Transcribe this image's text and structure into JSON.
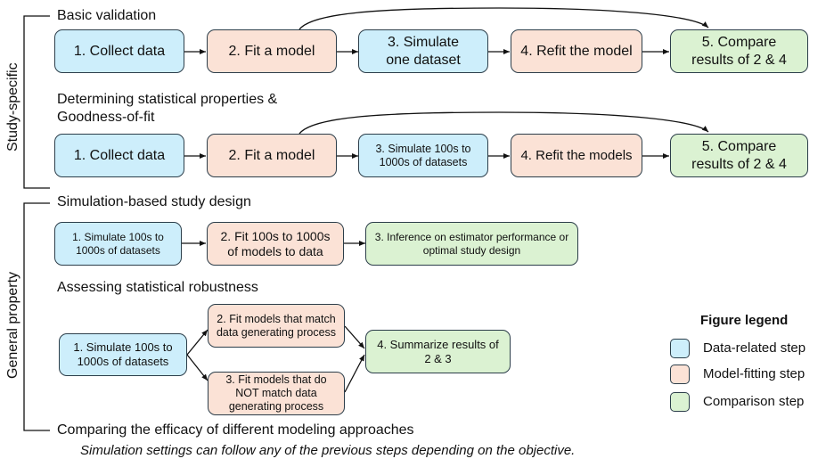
{
  "colors": {
    "data_step": "#cdeefb",
    "model_step": "#fbe2d6",
    "comparison_step": "#dbf2d2",
    "border": "#2c3e4a"
  },
  "groups": {
    "study_specific": "Study-specific",
    "general_property": "General property"
  },
  "sections": {
    "basic_validation": {
      "title": "Basic validation",
      "steps": [
        {
          "label": "1. Collect data",
          "type": "data"
        },
        {
          "label": "2. Fit a model",
          "type": "model"
        },
        {
          "label": "3. Simulate one dataset",
          "type": "data"
        },
        {
          "label": "4. Refit the model",
          "type": "model"
        },
        {
          "label": "5. Compare results of 2 & 4",
          "type": "comparison"
        }
      ]
    },
    "statistical_properties": {
      "title_line1": "Determining statistical properties &",
      "title_line2": "Goodness-of-fit",
      "steps": [
        {
          "label": "1. Collect data",
          "type": "data"
        },
        {
          "label": "2. Fit a model",
          "type": "model"
        },
        {
          "label": "3. Simulate 100s to 1000s of datasets",
          "type": "data"
        },
        {
          "label": "4. Refit the models",
          "type": "model"
        },
        {
          "label": "5. Compare results of 2 & 4",
          "type": "comparison"
        }
      ]
    },
    "study_design": {
      "title": "Simulation-based study design",
      "steps": [
        {
          "label": "1. Simulate 100s to 1000s of datasets",
          "type": "data"
        },
        {
          "label": "2. Fit 100s to 1000s of models to data",
          "type": "model"
        },
        {
          "label": "3. Inference on estimator performance or optimal study design",
          "type": "comparison"
        }
      ]
    },
    "robustness": {
      "title": "Assessing statistical robustness",
      "steps": [
        {
          "label": "1. Simulate 100s to 1000s of datasets",
          "type": "data"
        },
        {
          "label": "2. Fit models that match data generating process",
          "type": "model"
        },
        {
          "label": "3. Fit models that do NOT match data generating process",
          "type": "model"
        },
        {
          "label": "4. Summarize results of 2 & 3",
          "type": "comparison"
        }
      ]
    },
    "modeling_approaches": {
      "title": "Comparing the efficacy of different modeling approaches",
      "note": "Simulation settings can follow any of the previous steps depending on the objective."
    }
  },
  "legend": {
    "title": "Figure legend",
    "items": [
      {
        "label": "Data-related step",
        "type": "data"
      },
      {
        "label": "Model-fitting step",
        "type": "model"
      },
      {
        "label": "Comparison step",
        "type": "comparison"
      }
    ]
  }
}
